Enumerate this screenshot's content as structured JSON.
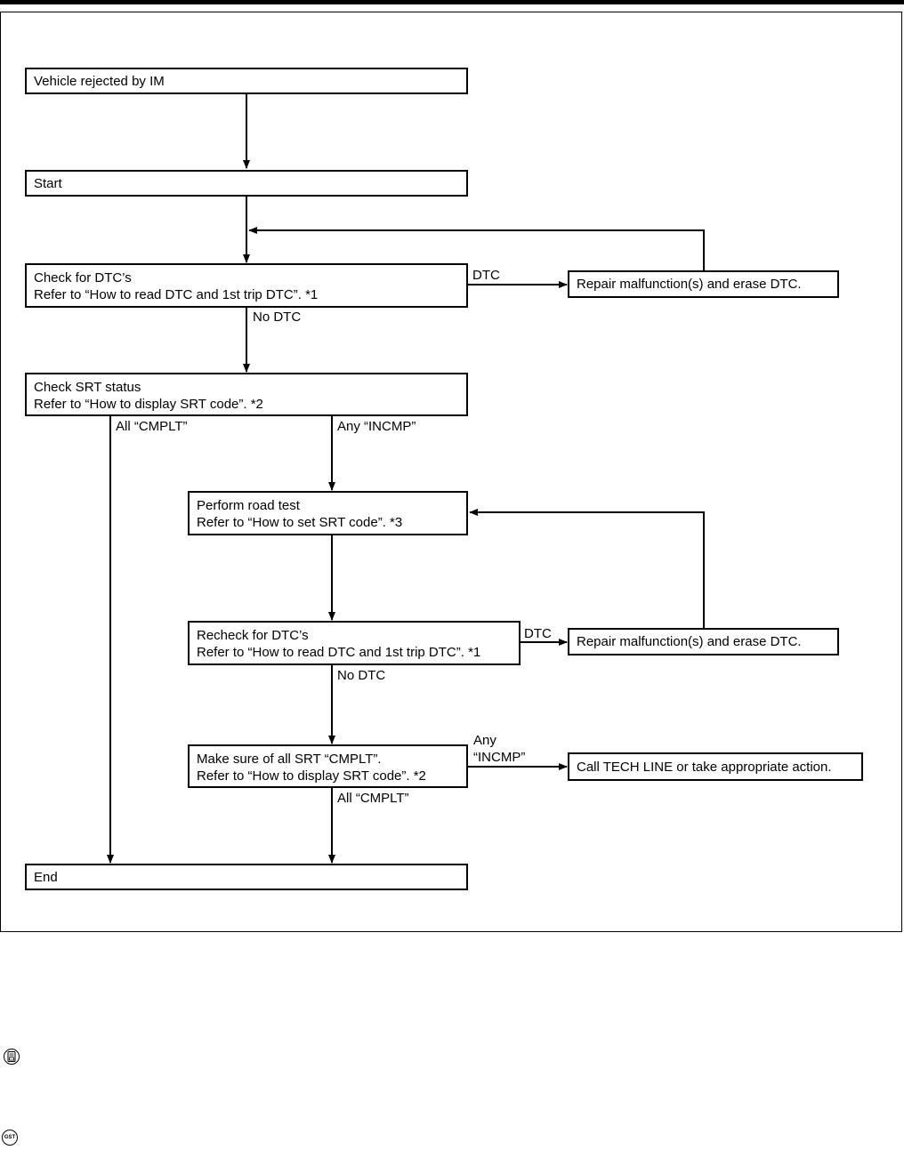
{
  "boxes": {
    "vehicle_rejected": "Vehicle rejected by IM",
    "start": "Start",
    "check_dtc": [
      "Check for DTC’s",
      "Refer to “How to read DTC and 1st trip DTC”. *1"
    ],
    "repair_1": "Repair malfunction(s) and erase DTC.",
    "check_srt": [
      "Check SRT status",
      "Refer to “How to display SRT code”. *2"
    ],
    "road_test": [
      "Perform road test",
      "Refer to “How to set SRT code”. *3"
    ],
    "recheck_dtc": [
      "Recheck for DTC’s",
      "Refer to “How to read DTC and 1st trip DTC”. *1"
    ],
    "repair_2": "Repair malfunction(s) and erase DTC.",
    "make_sure": [
      "Make sure of all SRT “CMPLT”.",
      "Refer to “How to display SRT code”. *2"
    ],
    "tech_line": "Call TECH LINE or take appropriate action.",
    "end": "End"
  },
  "labels": {
    "dtc_1": "DTC",
    "no_dtc_1": "No DTC",
    "all_cmplt_1": "All “CMPLT”",
    "any_incmp_1": "Any “INCMP”",
    "dtc_2": "DTC",
    "no_dtc_2": "No DTC",
    "any_incmp_2": [
      "Any",
      "“INCMP”"
    ],
    "all_cmplt_2": "All “CMPLT”"
  },
  "icons": {
    "scan_tool": "consult-icon",
    "gst": "gst-icon",
    "gst_text": "GST"
  }
}
